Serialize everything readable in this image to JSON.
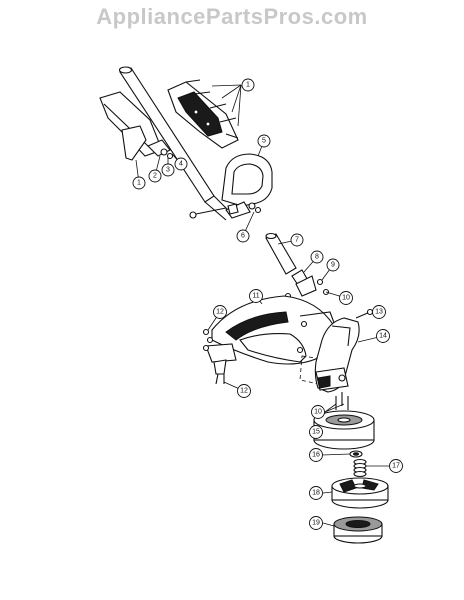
{
  "watermark": "AppliancePartsPros.com",
  "callouts": {
    "c1a": "1",
    "c1b": "1",
    "c2": "2",
    "c3": "3",
    "c4": "4",
    "c5": "5",
    "c6": "6",
    "c7": "7",
    "c8": "8",
    "c9": "9",
    "c10a": "10",
    "c10b": "10",
    "c11": "11",
    "c12a": "12",
    "c12b": "12",
    "c13": "13",
    "c14": "14",
    "c15": "15",
    "c16": "16",
    "c17": "17",
    "c18": "18",
    "c19": "19"
  }
}
